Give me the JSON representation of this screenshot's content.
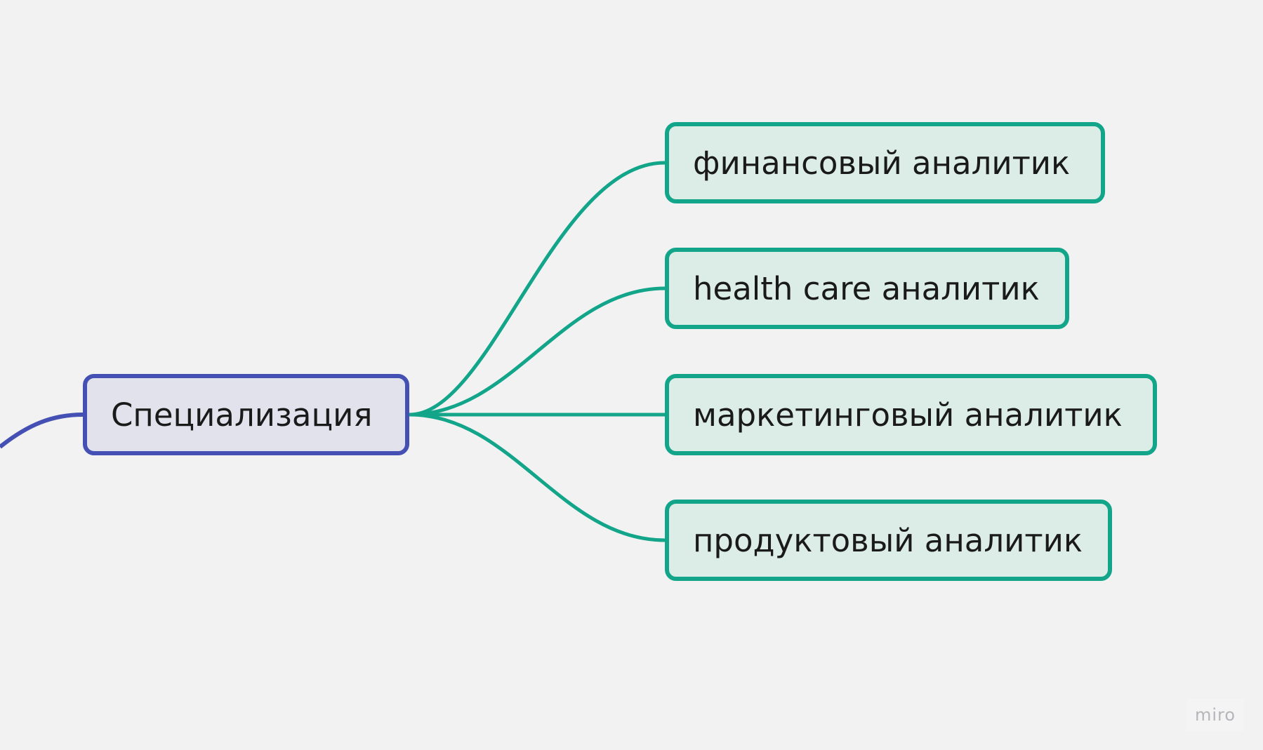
{
  "root": {
    "label": "Специализация",
    "color": "#4450b3"
  },
  "children": [
    {
      "label": "финансовый аналитик"
    },
    {
      "label": "health care аналитик"
    },
    {
      "label": "маркетинговый аналитик"
    },
    {
      "label": "продуктовый аналитик"
    }
  ],
  "branch_color": "#12a58a",
  "watermark": "miro"
}
